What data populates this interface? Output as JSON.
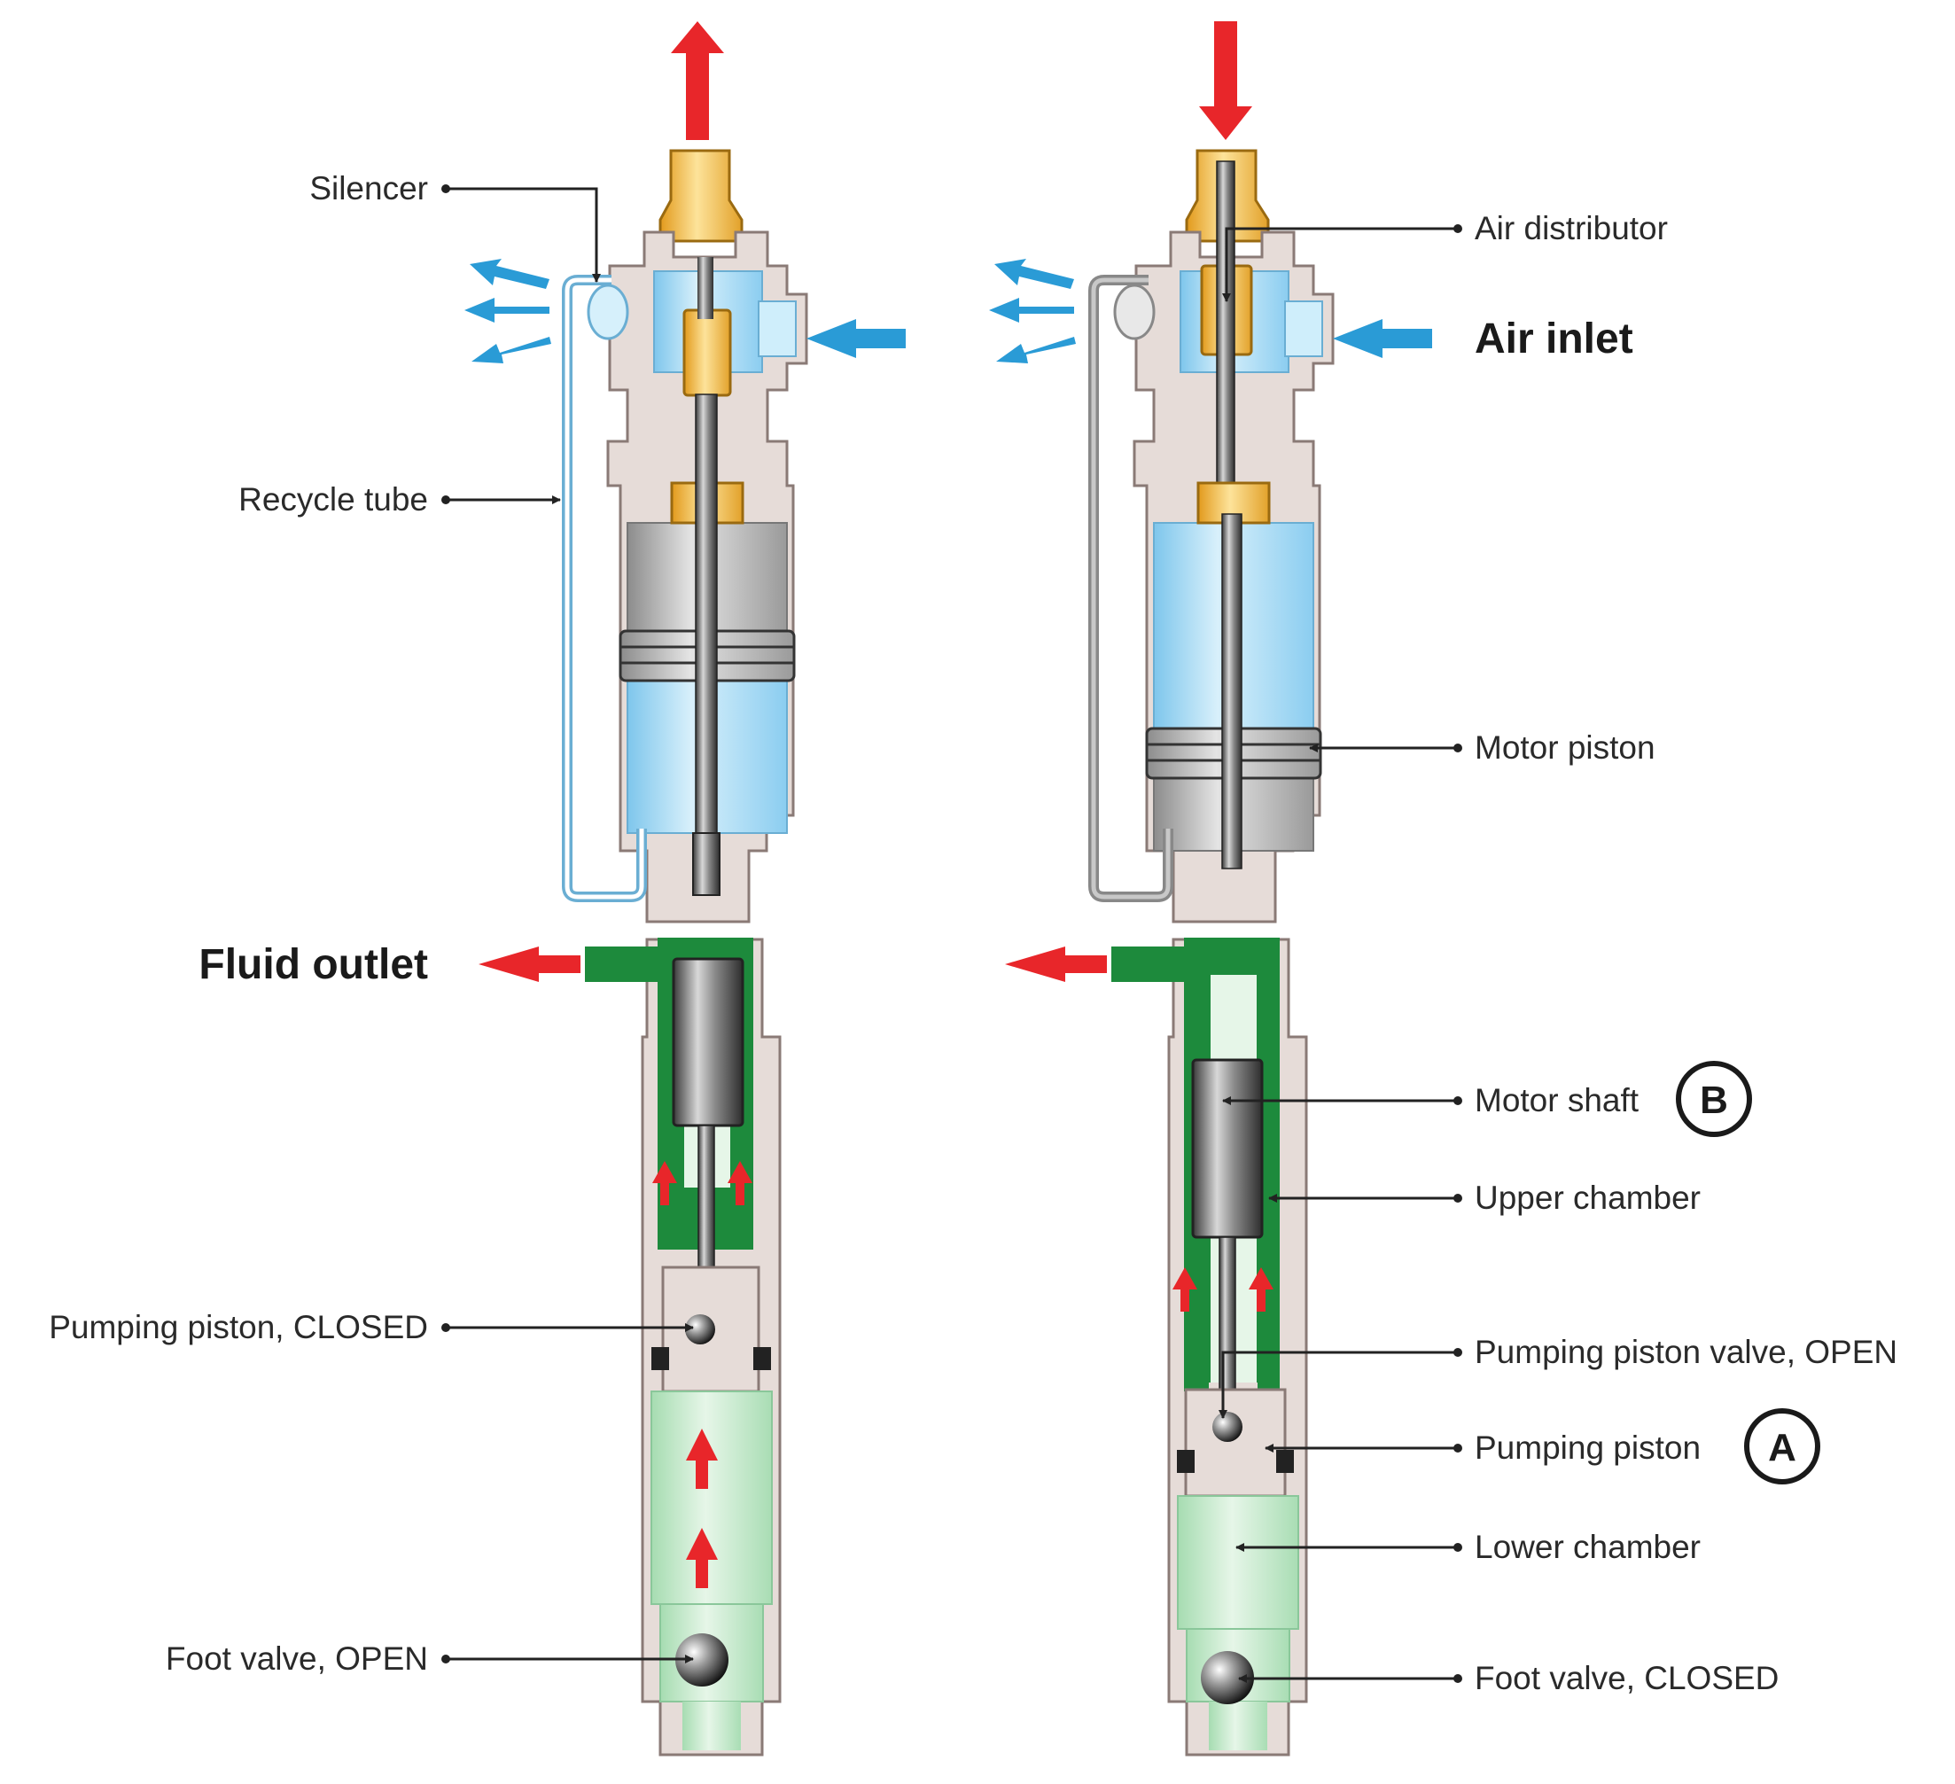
{
  "colors": {
    "housing": "#e6dcd8",
    "housing_edge": "#8a7a76",
    "air_blue": "#8fd0f0",
    "fluid_green": "#1d8a3c",
    "fluid_light": "#bfe6c7",
    "brass": "#f0b43a",
    "arrow_red": "#e8262a",
    "arrow_blue": "#2a9bd6"
  },
  "labels": {
    "silencer": "Silencer",
    "recycle_tube": "Recycle tube",
    "fluid_outlet": "Fluid outlet",
    "pumping_piston_closed": "Pumping piston, CLOSED",
    "foot_valve_open": "Foot valve, OPEN",
    "air_distributor": "Air distributor",
    "air_inlet": "Air inlet",
    "motor_piston": "Motor piston",
    "motor_shaft": "Motor shaft",
    "upper_chamber": "Upper chamber",
    "pumping_piston_valve_open": "Pumping piston valve, OPEN",
    "pumping_piston": "Pumping piston",
    "lower_chamber": "Lower chamber",
    "foot_valve_closed": "Foot valve, CLOSED"
  },
  "badges": {
    "motor_shaft": "B",
    "pumping_piston": "A"
  }
}
